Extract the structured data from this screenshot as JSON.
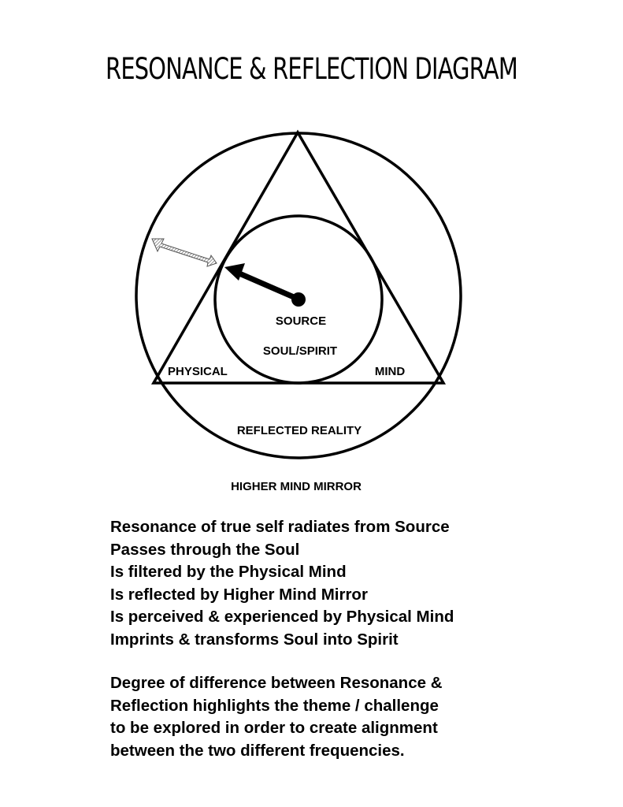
{
  "title": "RESONANCE & REFLECTION DIAGRAM",
  "diagram": {
    "labels": {
      "source": "SOURCE",
      "soul_spirit": "SOUL/SPIRIT",
      "physical": "PHYSICAL",
      "mind": "MIND",
      "reflected_reality": "REFLECTED REALITY",
      "higher_mind_mirror": "HIGHER MIND MIRROR"
    }
  },
  "text": {
    "paragraph1": [
      "Resonance of true self radiates from Source",
      "Passes through the Soul",
      "Is filtered by the Physical Mind",
      "Is reflected by Higher Mind Mirror",
      "Is perceived & experienced by Physical Mind",
      "Imprints & transforms Soul into Spirit"
    ],
    "paragraph2": [
      "Degree of difference between Resonance &",
      "Reflection highlights the theme / challenge",
      "to be explored in order to create alignment",
      "between the two different frequencies."
    ]
  }
}
